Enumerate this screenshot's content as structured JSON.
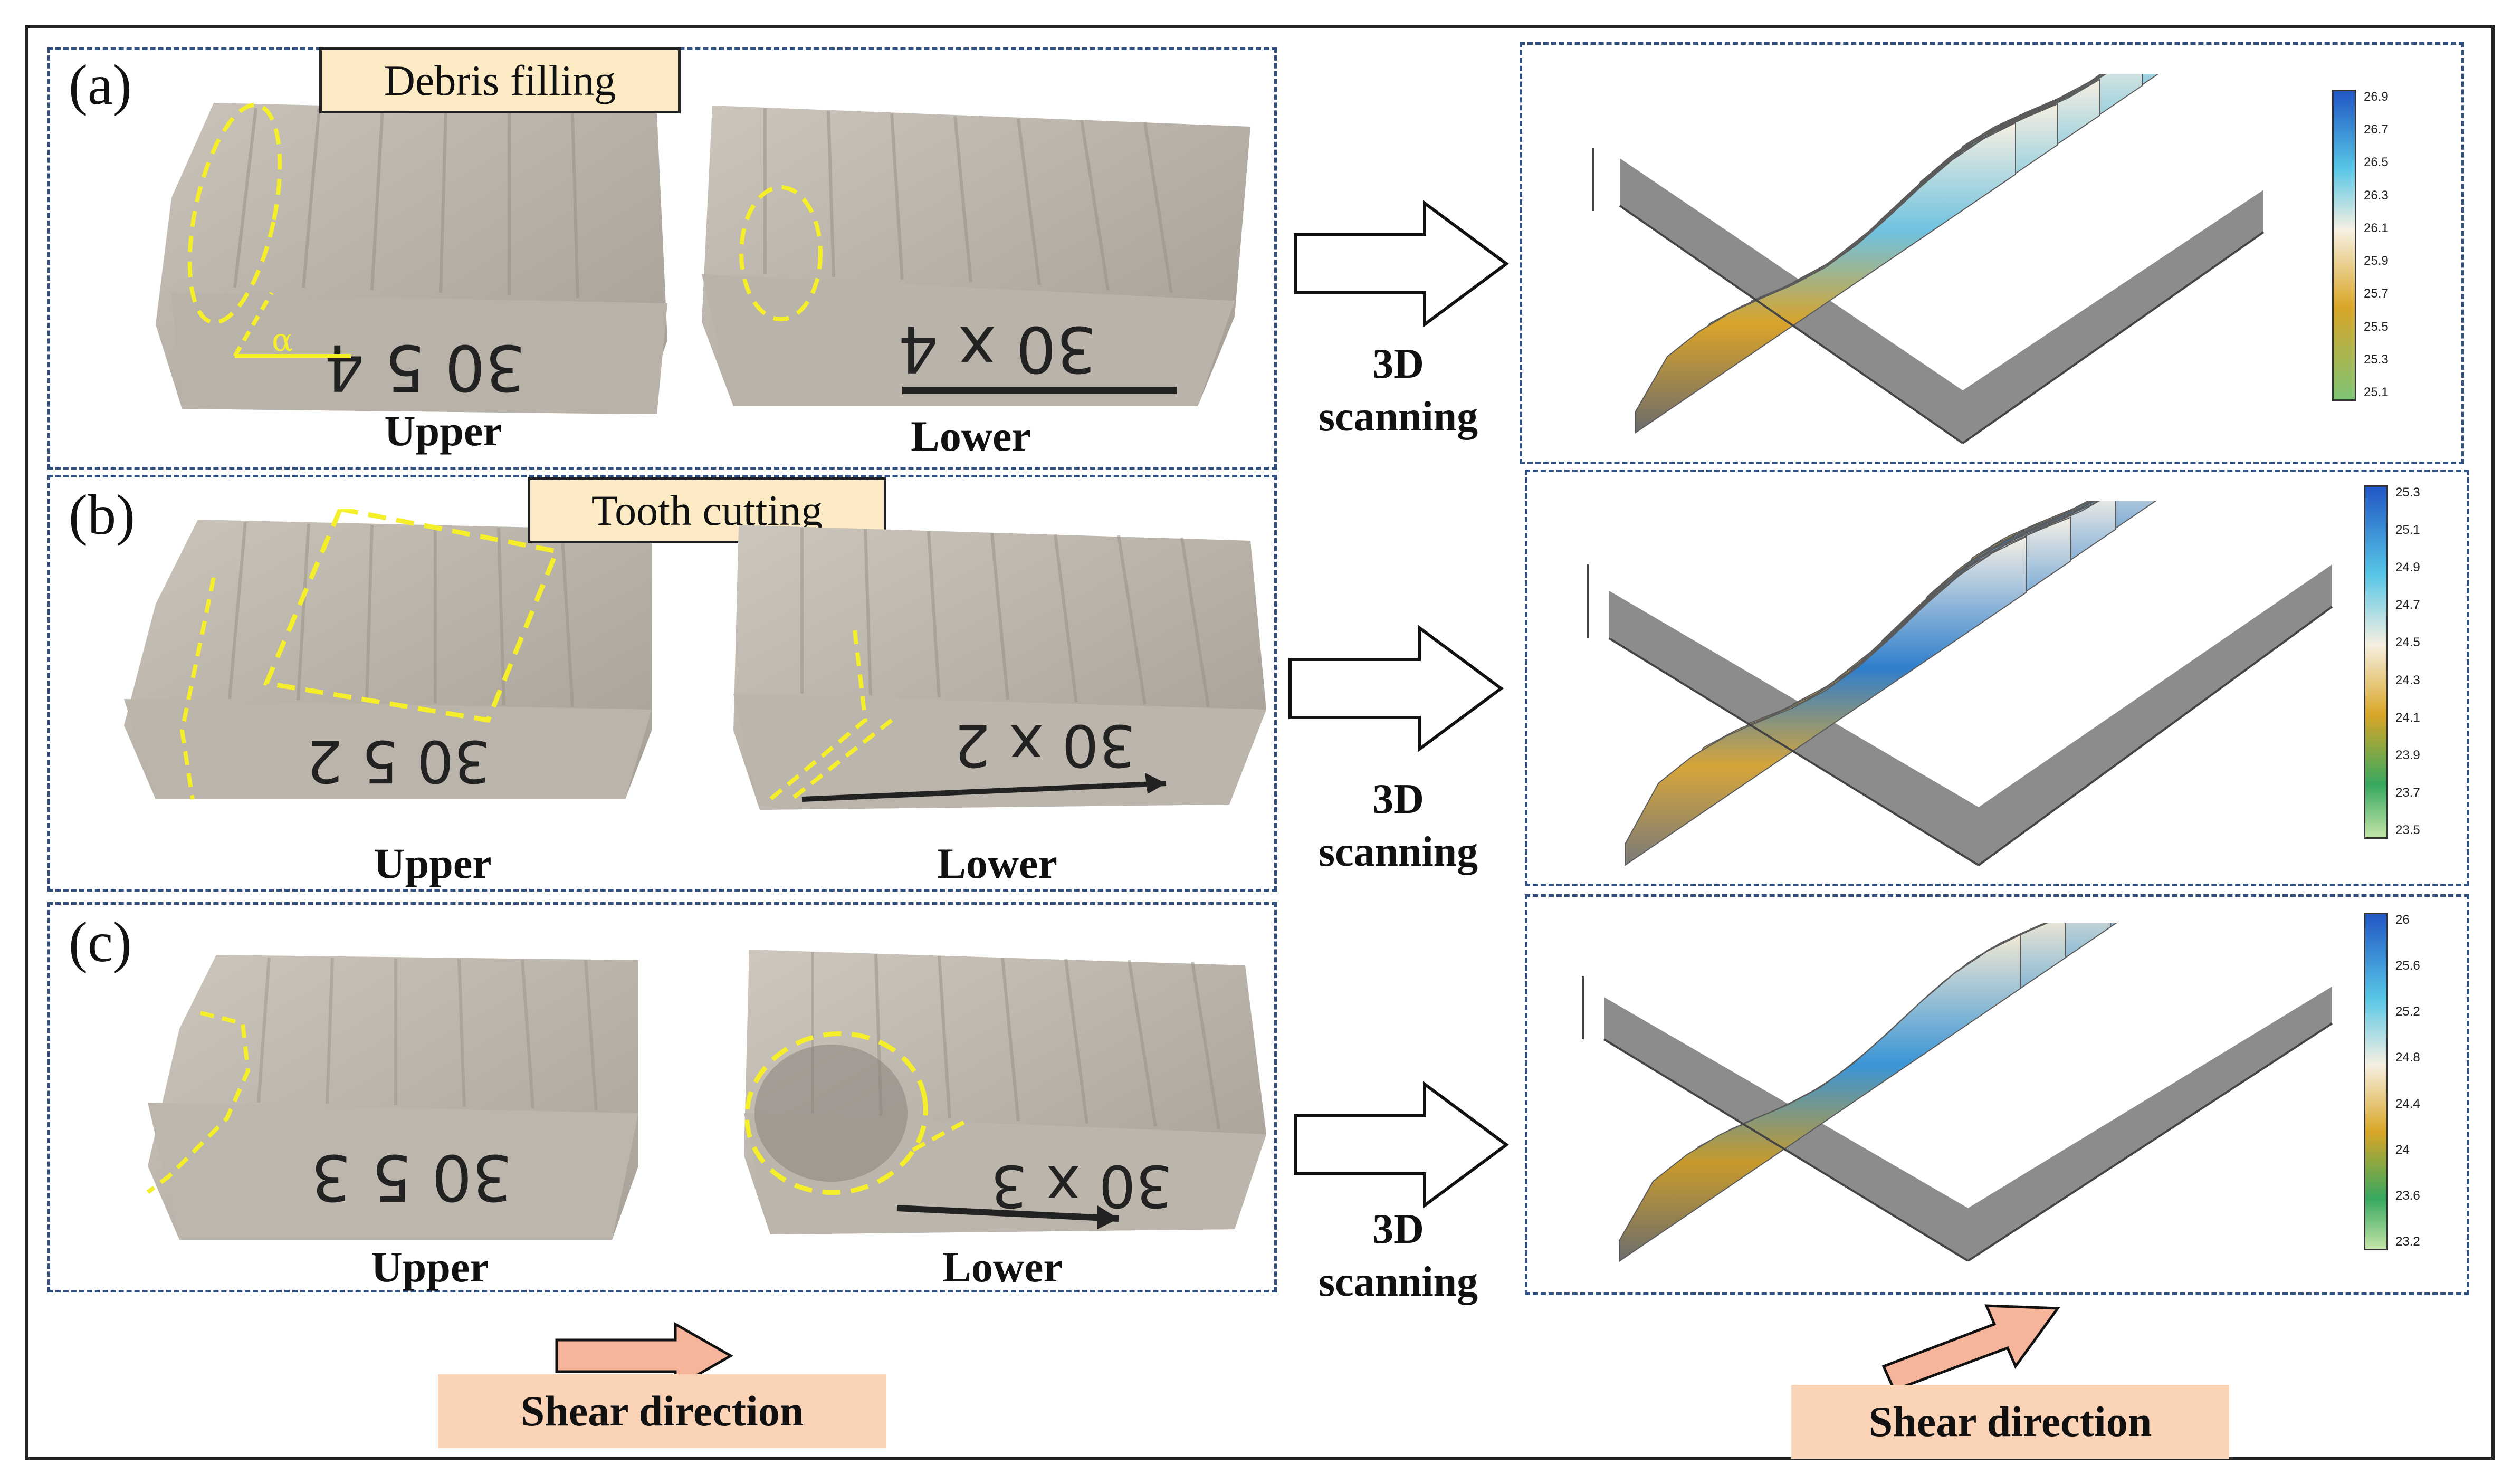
{
  "panels": [
    {
      "label": "(a)",
      "callout": "Debris filling",
      "upper": "Upper",
      "lower": "Lower",
      "scan_label": [
        "3D",
        "scanning"
      ],
      "scale": [
        "26.9",
        "26.7",
        "26.5",
        "26.3",
        "26.1",
        "25.9",
        "25.7",
        "25.5",
        "25.3",
        "25.1"
      ],
      "specimen_upper_text": "30 5 4",
      "specimen_lower_text": "30 x 4",
      "angle_symbol": "α"
    },
    {
      "label": "(b)",
      "callout": "Tooth cutting",
      "upper": "Upper",
      "lower": "Lower",
      "scan_label": [
        "3D",
        "scanning"
      ],
      "scale": [
        "25.3",
        "25.1",
        "24.9",
        "24.7",
        "24.5",
        "24.3",
        "24.1",
        "23.9",
        "23.7",
        "23.5"
      ],
      "specimen_upper_text": "30 5 2",
      "specimen_lower_text": "30 x 2"
    },
    {
      "label": "(c)",
      "callout": "",
      "upper": "Upper",
      "lower": "Lower",
      "scan_label": [
        "3D",
        "scanning"
      ],
      "scale": [
        "26",
        "25.6",
        "25.2",
        "24.8",
        "24.4",
        "24",
        "23.6",
        "23.2"
      ],
      "specimen_upper_text": "30 5 3",
      "specimen_lower_text": "30 x 3"
    }
  ],
  "shear_left": "Shear direction",
  "shear_right": "Shear direction",
  "colors": {
    "panel_border": "#31507f",
    "callout_fill": "#fdebc6",
    "shear_fill": "#fbd3b7",
    "shear_arrow": "#f6b59a",
    "highlight": "#f5ee2a"
  }
}
